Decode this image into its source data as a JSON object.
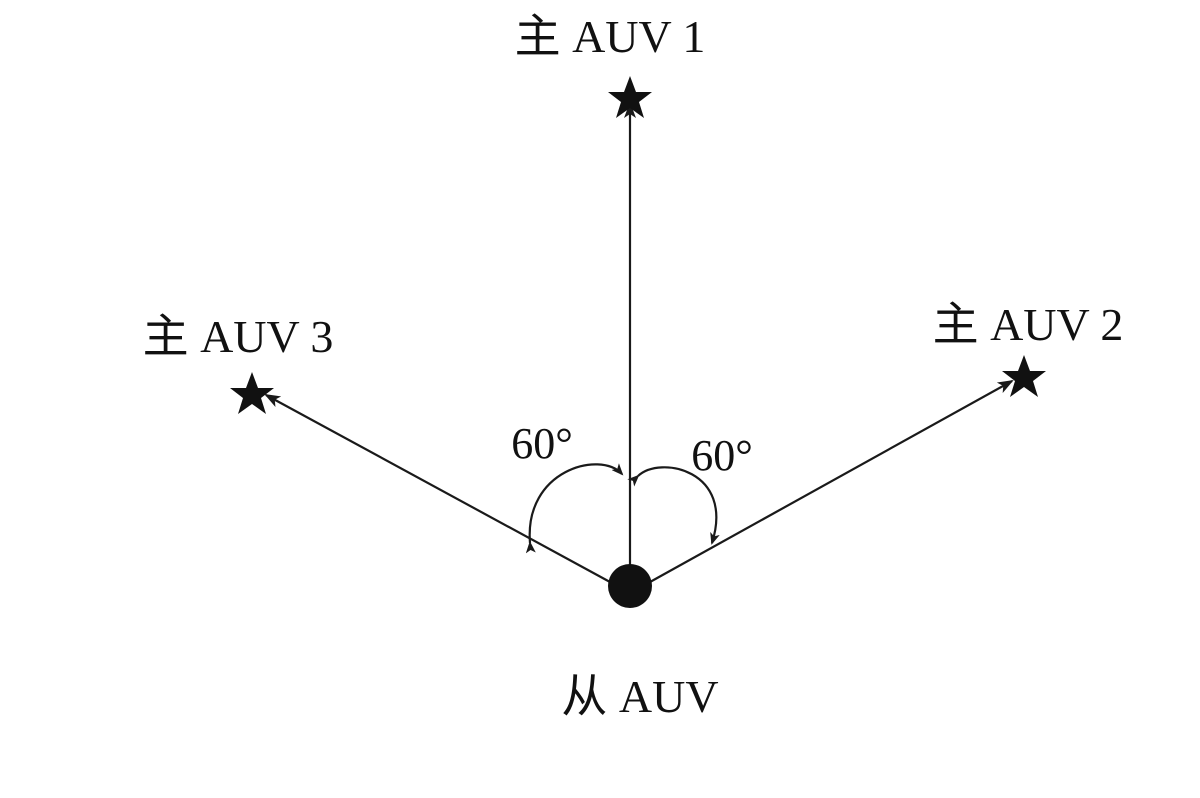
{
  "diagram": {
    "slave": {
      "label": "从 AUV",
      "shape": "filled-circle"
    },
    "masters": [
      {
        "label": "主 AUV 1",
        "shape": "star"
      },
      {
        "label": "主 AUV 2",
        "shape": "star"
      },
      {
        "label": "主 AUV 3",
        "shape": "star"
      }
    ],
    "angles": [
      {
        "label": "60°",
        "between": [
          "主 AUV 3",
          "主 AUV 1"
        ]
      },
      {
        "label": "60°",
        "between": [
          "主 AUV 1",
          "主 AUV 2"
        ]
      }
    ],
    "colors": {
      "ink": "#111111",
      "background": "#ffffff"
    }
  }
}
